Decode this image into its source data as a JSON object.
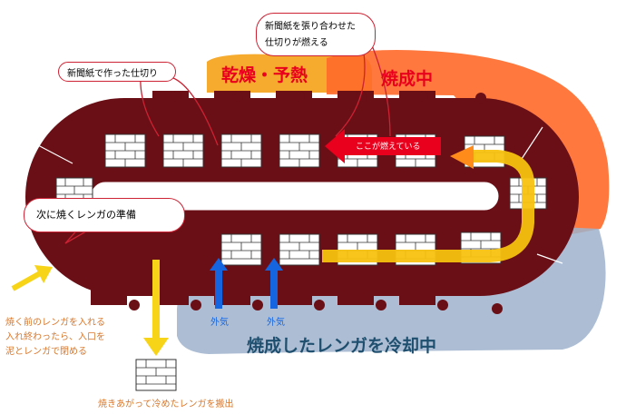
{
  "colors": {
    "kiln": "#6b0f16",
    "brick_fill": "#ffffff",
    "brick_line": "#333333",
    "dry_zone": "#f5a623",
    "fire_zone": "#ff6a2a",
    "cool_zone": "#9fb3cc",
    "burning_arrow": "#e8001c",
    "air_arrow": "#1565e0",
    "yellow_arrow": "#f7d417",
    "orange_text": "#ff6a00",
    "label_orange": "#d9772a",
    "cool_text": "#1f4f6e",
    "bubble_border": "#cc2233"
  },
  "labels": {
    "partition_callout": "新聞紙で作った仕切り",
    "paper_burn_line1": "新聞紙を張り合わせた",
    "paper_burn_line2": "仕切りが燃える",
    "dry_preheat": "乾燥・予熱",
    "firing": "焼成中",
    "burning_here": "ここが燃えている",
    "next_batch": "次に焼くレンガの準備",
    "outside_air_1": "外気",
    "outside_air_2": "外気",
    "cooling": "焼成したレンガを冷却中",
    "loading_line1": "焼く前のレンガを入れる",
    "loading_line2": "入れ終わったら、入口を",
    "loading_line3": "泥とレンガで閉める",
    "unloading": "焼きあがって冷めたレンガを搬出"
  }
}
